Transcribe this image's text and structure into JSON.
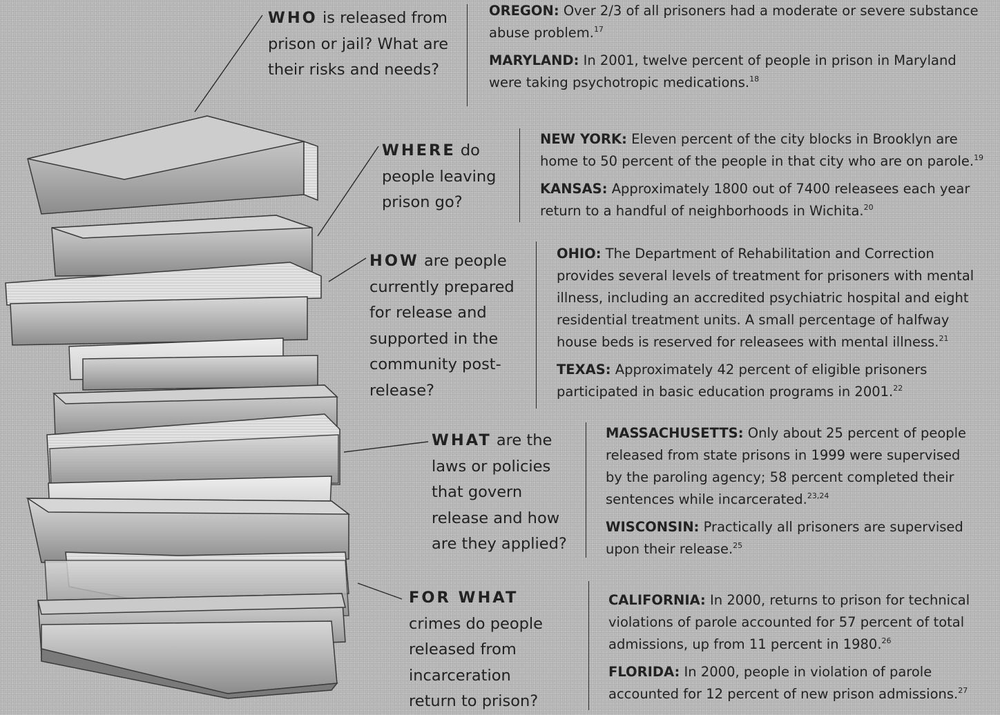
{
  "sections": [
    {
      "keyword": "WHO",
      "question": "is released from prison or jail? What are their risks and needs?",
      "facts": [
        {
          "state": "OREGON:",
          "text": "Over 2/3 of all prisoners had a moderate or severe substance abuse problem.",
          "note": "17"
        },
        {
          "state": "MARYLAND:",
          "text": "In 2001, twelve percent of people in prison in Maryland were taking psychotropic medications.",
          "note": "18"
        }
      ]
    },
    {
      "keyword": "WHERE",
      "question": "do people leaving prison go?",
      "facts": [
        {
          "state": "NEW YORK:",
          "text": "Eleven percent of the city blocks in Brooklyn are home to 50 percent of the people in that city who are on parole.",
          "note": "19"
        },
        {
          "state": "KANSAS:",
          "text": "Approximately 1800 out of 7400 releasees each year return to a handful of neighborhoods in Wichita.",
          "note": "20"
        }
      ]
    },
    {
      "keyword": "HOW",
      "question": "are people currently prepared for release and supported in the community post-release?",
      "facts": [
        {
          "state": "OHIO:",
          "text": "The Department of Rehabilitation and Correction provides several levels of treatment for prisoners with mental illness, including an accredited psychiatric hospital and eight residential treatment units. A small percentage of halfway house beds is reserved for releasees with mental illness.",
          "note": "21"
        },
        {
          "state": "TEXAS:",
          "text": "Approximately 42 percent of eligible prisoners participated in basic education programs in 2001.",
          "note": "22"
        }
      ]
    },
    {
      "keyword": "WHAT",
      "question": "are the laws or policies that govern release and how are they applied?",
      "facts": [
        {
          "state": "MASSACHUSETTS:",
          "text": "Only about 25 percent of people released from state prisons in 1999 were supervised by the paroling agency; 58 percent completed their sentences while incarcerated.",
          "note": "23,24"
        },
        {
          "state": "WISCONSIN:",
          "text": "Practically all prisoners are supervised upon their release.",
          "note": "25"
        }
      ]
    },
    {
      "keyword": "FOR WHAT",
      "question": "crimes do people released from incarceration return to prison?",
      "facts": [
        {
          "state": "CALIFORNIA:",
          "text": "In 2000, returns to prison for technical violations of parole accounted for 57 percent of total admissions, up from 11 percent in 1980.",
          "note": "26"
        },
        {
          "state": "FLORIDA:",
          "text": "In 2000, people in violation of parole accounted for 12 percent of new prison admissions.",
          "note": "27"
        }
      ]
    }
  ]
}
